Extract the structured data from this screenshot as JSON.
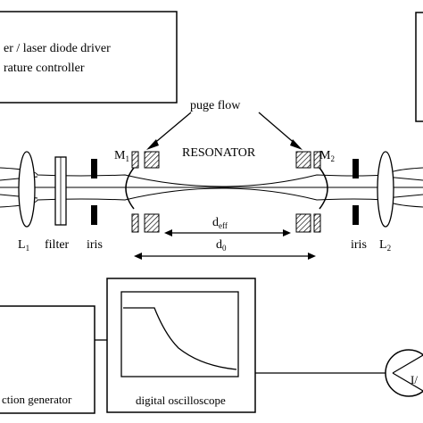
{
  "labels": {
    "driver_line1": "er / laser diode driver",
    "driver_line2": "rature controller",
    "purge_flow": "puge flow",
    "resonator": "RESONATOR",
    "m1": "M",
    "m1_sub": "1",
    "m2": "M",
    "m2_sub": "2",
    "d_eff": "d",
    "d_eff_sub": "eff",
    "d0": "d",
    "d0_sub": "0",
    "l1": "L",
    "l1_sub": "1",
    "l2": "L",
    "l2_sub": "2",
    "filter": "filter",
    "iris_left": "iris",
    "iris_right": "iris",
    "function_generator": "ction generator",
    "digital_oscilloscope": "digital oscilloscope",
    "detector": "I/"
  },
  "colors": {
    "line": "#000000",
    "background": "#ffffff"
  }
}
